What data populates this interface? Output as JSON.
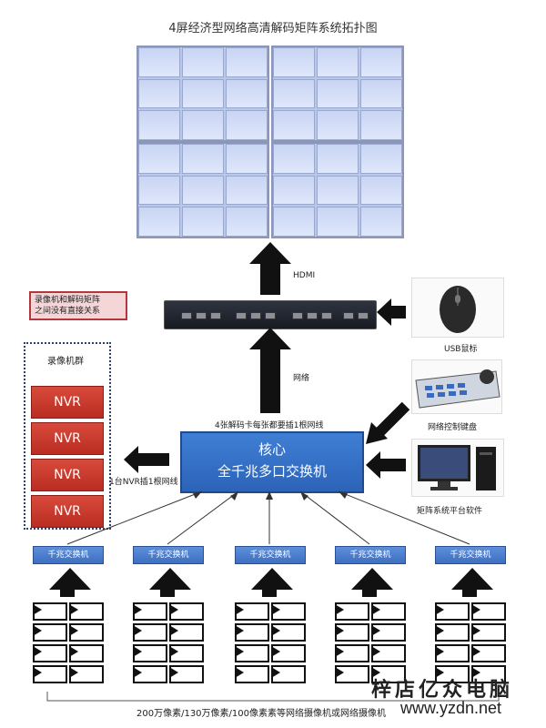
{
  "title": "4屏经济型网络高清解码矩阵系统拓扑图",
  "labels": {
    "hdmi": "HDMI",
    "network": "网络",
    "decoder_cable": "4张解码卡每张都要插1根网线",
    "nvr_cable": "1台NVR插1根网线",
    "usb_mouse": "USB鼠标",
    "keyboard": "网络控制键盘",
    "software": "矩阵系统平台软件",
    "camera_caption": "200万像素/130万像素/100像素素等网络摄像机或网络摄像机"
  },
  "note": [
    "录像机和解码矩阵",
    "之间没有直接关系"
  ],
  "nvr_group": {
    "title": "录像机群",
    "items": [
      "NVR",
      "NVR",
      "NVR",
      "NVR"
    ]
  },
  "core_switch": [
    "核心",
    "全千兆多口交换机"
  ],
  "edge_switches": [
    "千兆交换机",
    "千兆交换机",
    "千兆交换机",
    "千兆交换机",
    "千兆交换机"
  ],
  "watermark": {
    "brand": "梓店亿众电脑",
    "url": "www.yzdn.net"
  }
}
